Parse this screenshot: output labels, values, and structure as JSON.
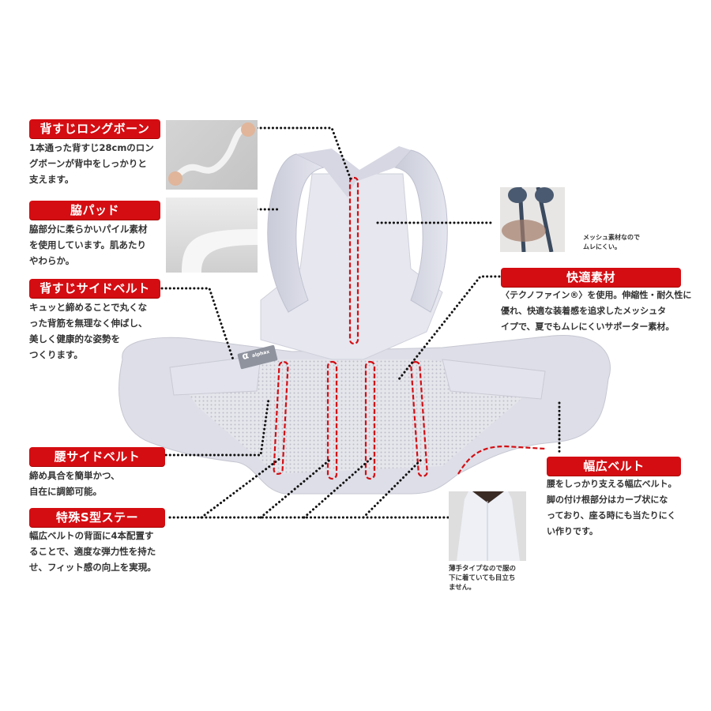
{
  "product": {
    "brand_tag": "α",
    "brand_tag_sub": "alphax"
  },
  "features": [
    {
      "id": "long-bone",
      "title": "背すじロングボーン",
      "lines": [
        "1本通った背すじ28cmのロン",
        "グボーンが背中をしっかりと",
        "支えます。"
      ]
    },
    {
      "id": "side-pad",
      "title": "脇パッド",
      "lines": [
        "脇部分に柔らかいパイル素材",
        "を使用しています。肌あたり",
        "やわらか。"
      ]
    },
    {
      "id": "back-side-belt",
      "title": "背すじサイドベルト",
      "lines": [
        "キュッと締めることで丸くな",
        "った背筋を無理なく伸ばし、",
        "美しく健康的な姿勢を",
        "つくります。"
      ]
    },
    {
      "id": "waist-side-belt",
      "title": "腰サイドベルト",
      "lines": [
        "締め具合を簡単かつ、",
        "自在に調節可能。"
      ]
    },
    {
      "id": "s-stay",
      "title": "特殊S型ステー",
      "lines": [
        "幅広ベルトの背面に4本配置す",
        "ることで、適度な弾力性を持た",
        "せ、フィット感の向上を実現。"
      ]
    },
    {
      "id": "comfort-material",
      "title": "快適素材",
      "lines": [
        "〈テクノファイン®〉を使用。伸縮性・耐久性に",
        "優れ、快適な装着感を追求したメッシュタ",
        "イプで、夏でもムレにくいサポーター素材。"
      ]
    },
    {
      "id": "wide-belt",
      "title": "幅広ベルト",
      "lines": [
        "腰をしっかり支える幅広ベルト。",
        "脚の付け根部分はカーブ状にな",
        "っており、座る時にも当たりにく",
        "い作りです。"
      ]
    }
  ],
  "captions": {
    "mesh": [
      "メッシュ素材なので",
      "ムレにくい。"
    ],
    "thin": [
      "薄手タイプなので服の",
      "下に着ていても目立ち",
      "ません。"
    ]
  },
  "colors": {
    "accent_red": "#d40d12",
    "garment": "#dcdde6",
    "background": "#ffffff"
  }
}
